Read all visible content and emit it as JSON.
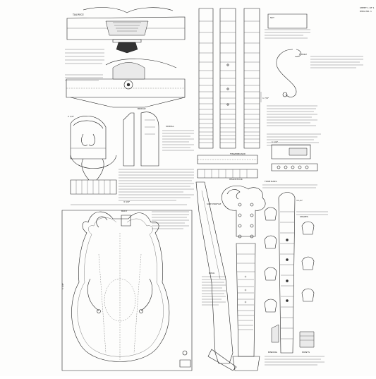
{
  "drawing": {
    "sheet_no_line1": "SHEET 1 OF 1",
    "sheet_no_line2": "DWG NO. 1",
    "dim_2_1_4": "2 1/4\"",
    "dim_1_1_4": "1 1/4\"",
    "dim_3_1_4": "3 1/4\"",
    "dim_5_3_8": "5 3/8\"",
    "dim_1_7_8": "1 7/8\"",
    "dim_3_3_8": "3 3/8\"",
    "label_tailpiece": "TAILPIECE",
    "label_scroll": "SCROLL",
    "label_f_hole": "F-HOLE",
    "label_bridge": "BRIDGE",
    "label_headstock": "HEADSTOCK",
    "label_neck": "NECK",
    "label_side_profile": "SIDE PROFILE",
    "label_fingerboard": "FINGERBOARD",
    "label_tone_bars": "TONE BARS",
    "label_nut": "NUT",
    "label_binding": "BINDING",
    "label_body_outline": "BODY",
    "label_shapes": "SHAPES",
    "label_points": "POINTS"
  },
  "colors": {
    "line": "#222222",
    "paper": "#fdfdfc",
    "hatch": "#eaeaea"
  }
}
